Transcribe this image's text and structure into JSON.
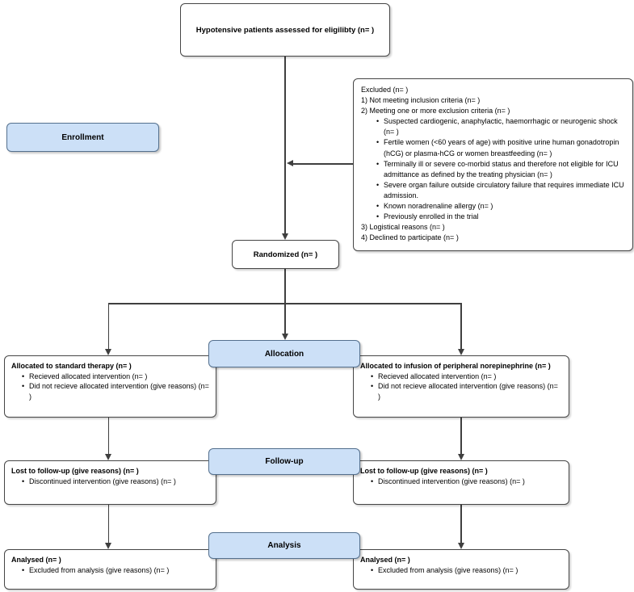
{
  "colors": {
    "stage_fill": "#cce0f7",
    "stage_border": "#54708e",
    "box_border": "#454545",
    "arrow": "#3f3f3f"
  },
  "flow": {
    "assess": "Hypotensive patients assessed for eligilibty (n= )",
    "enrollment_label": "Enrollment",
    "randomized": "Randomized (n= )",
    "excluded": {
      "title": "Excluded (n= )",
      "items": [
        {
          "t": "1) Not meeting inclusion criteria (n= )"
        },
        {
          "t": "2) Meeting one or more exclusion criteria (n= )"
        },
        {
          "t": "Suspected cardiogenic, anaphylactic, haemorrhagic or neurogenic shock (n= )"
        },
        {
          "t": "Fertile women (<60 years of age) with positive urine human gonadotropin (hCG) or plasma-hCG or women breastfeeding (n= )"
        },
        {
          "t": "Terminally ill or severe co-morbid status and therefore not eligible for ICU admittance as defined by the treating physician (n= )"
        },
        {
          "t": "Severe organ failure outside circulatory failure that requires immediate ICU admission."
        },
        {
          "t": "Known noradrenaline allergy (n= )"
        },
        {
          "t": "Previously enrolled in the trial"
        },
        {
          "t": "3) Logistical reasons (n= )"
        },
        {
          "t": "4) Declined to participate (n= )"
        }
      ]
    },
    "allocation": {
      "label": "Allocation",
      "left": {
        "title": "Allocated to standard therapy (n= )",
        "bullets": [
          "Recieved allocated intervention (n= )",
          "Did not recieve allocated intervention (give reasons) (n= )"
        ]
      },
      "right": {
        "title": "Allocated to infusion of peripheral norepinephrine (n= )",
        "bullets": [
          "Recieved allocated intervention (n= )",
          "Did not recieve allocated intervention (give reasons) (n= )"
        ]
      }
    },
    "followup": {
      "label": "Follow-up",
      "left": {
        "title": "Lost to follow-up (give reasons) (n= )",
        "bullets": [
          "Discontinued intervention (give reasons) (n= )"
        ]
      },
      "right": {
        "title": "Lost to follow-up (give reasons) (n= )",
        "bullets": [
          "Discontinued intervention (give reasons) (n= )"
        ]
      }
    },
    "analysis": {
      "label": "Analysis",
      "left": {
        "title": "Analysed (n= )",
        "bullets": [
          "Excluded from analysis (give reasons) (n= )"
        ]
      },
      "right": {
        "title": "Analysed (n= )",
        "bullets": [
          "Excluded from analysis (give reasons) (n= )"
        ]
      }
    }
  }
}
